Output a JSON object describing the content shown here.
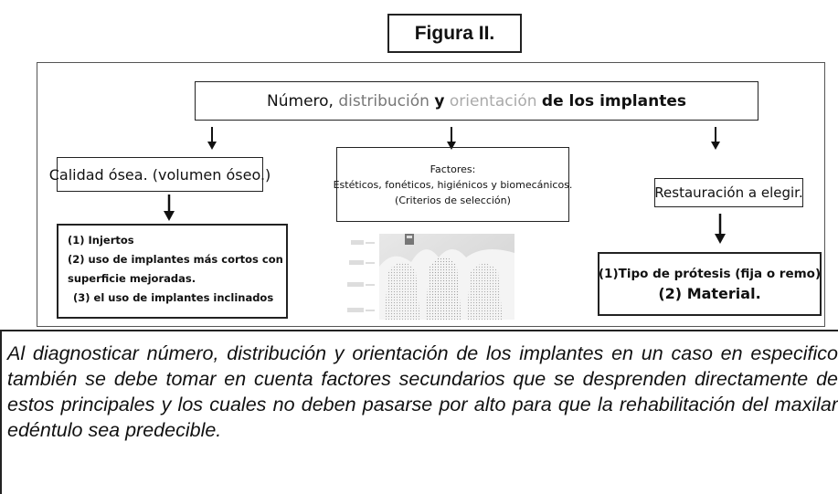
{
  "figure_title": "Figura II.",
  "main_node": {
    "part1": "Número,",
    "part2": "distribución",
    "part3": "y",
    "part4": "orientación",
    "part5": "de los implantes"
  },
  "branches": {
    "left": {
      "label": "Calidad ósea. (volumen óseo.)",
      "items": [
        "(1) Injertos",
        "(2) uso de implantes más cortos con",
        "superficie mejoradas.",
        "(3) el uso de implantes inclinados"
      ]
    },
    "center": {
      "lines": [
        "Factores:",
        "Estéticos, fonéticos, higiénicos y biomecánicos.",
        "(Criterios de selección)"
      ],
      "image_scale": [
        "",
        ""
      ]
    },
    "right": {
      "label": "Restauración a elegir.",
      "items": [
        "(1)Tipo de prótesis (fija o remo)",
        "(2) Material."
      ]
    }
  },
  "caption": "Al diagnosticar número, distribución y orientación de los implantes en un caso en especifico también se debe tomar en cuenta factores secundarios que se desprenden directamente de estos principales y los cuales no deben pasarse por alto para que la rehabilitación del maxilar edéntulo sea predecible."
}
